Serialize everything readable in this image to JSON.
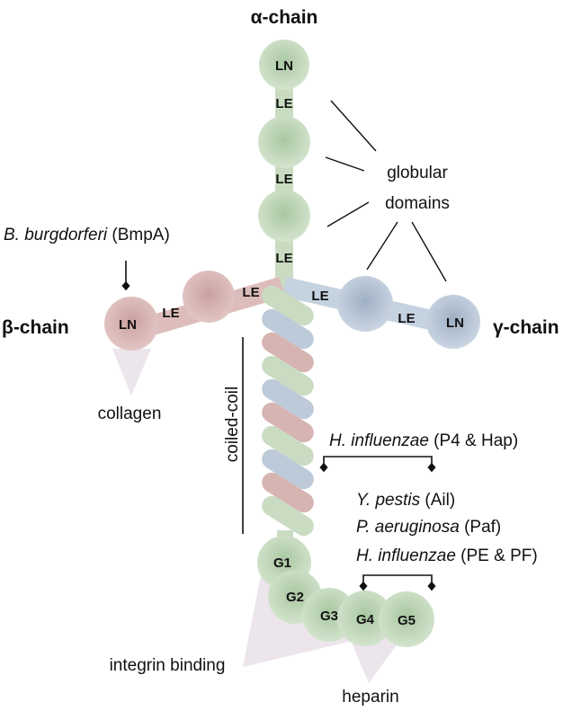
{
  "title": "α-chain",
  "chains": {
    "alpha": "α-chain",
    "beta": "β-chain",
    "gamma": "γ-chain"
  },
  "domains": {
    "ln": "LN",
    "le": "LE",
    "g1": "G1",
    "g2": "G2",
    "g3": "G3",
    "g4": "G4",
    "g5": "G5"
  },
  "labels": {
    "globular_line1": "globular",
    "globular_line2": "domains",
    "coiled_coil": "coiled-coil",
    "collagen": "collagen",
    "integrin_binding": "integrin binding",
    "heparin": "heparin"
  },
  "pathogens": {
    "borrelia": {
      "species": "B. burgdorferi",
      "protein": " (BmpA)"
    },
    "haemophilus_p4": {
      "species": "H. influenzae",
      "protein": " (P4 & Hap)"
    },
    "yersinia": {
      "species": "Y. pestis",
      "protein": " (Ail)"
    },
    "pseudomonas": {
      "species": "P. aeruginosa",
      "protein": " (Paf)"
    },
    "haemophilus_pe": {
      "species": "H. influenzae",
      "protein": " (PE & PF)"
    }
  },
  "colors": {
    "alpha_green": "#c9dcc2",
    "beta_pink": "#d6b4b2",
    "gamma_blue": "#b6c4d4",
    "triangle": "#ece5ec"
  }
}
